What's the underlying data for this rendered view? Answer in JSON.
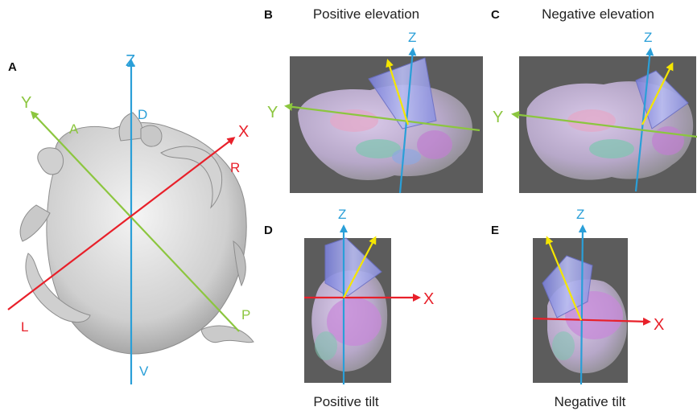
{
  "panels": {
    "A": {
      "letter": "A",
      "axes": {
        "z": "Z",
        "y": "Y",
        "x": "X"
      },
      "directions": {
        "anterior": "A",
        "posterior": "P",
        "dorsal": "D",
        "ventral": "V",
        "right": "R",
        "left": "L"
      }
    },
    "B": {
      "letter": "B",
      "title": "Positive elevation",
      "axes": {
        "z": "Z",
        "y": "Y"
      }
    },
    "C": {
      "letter": "C",
      "title": "Negative elevation",
      "axes": {
        "z": "Z",
        "y": "Y"
      }
    },
    "D": {
      "letter": "D",
      "caption": "Positive tilt",
      "axes": {
        "z": "Z",
        "x": "X"
      }
    },
    "E": {
      "letter": "E",
      "caption": "Negative tilt",
      "axes": {
        "z": "Z",
        "x": "X"
      }
    }
  },
  "colors": {
    "z_axis": "#2a9fd8",
    "y_axis": "#8cc63f",
    "x_axis": "#e8202a",
    "probe_vector": "#f5e600",
    "render_bg": "#5c5c5c",
    "skull": "#d9d9d9"
  }
}
